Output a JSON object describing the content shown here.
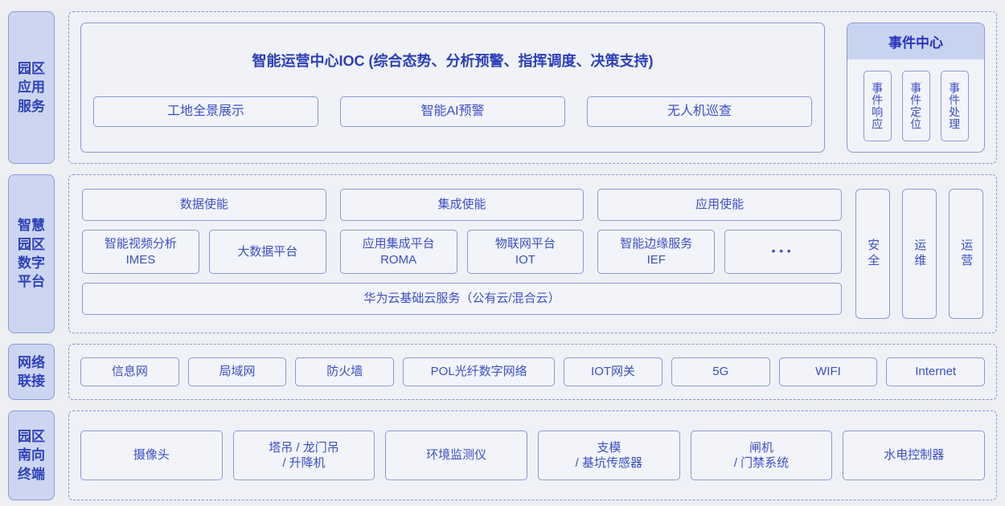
{
  "colors": {
    "page_bg": "#edeff2",
    "section_bg": "#f0f1f6",
    "dashed_border": "#8292d6",
    "box_bg": "#f3f4fa",
    "box_border": "#8a99d4",
    "box_text": "#3b50c5",
    "title_text": "#2c3fba",
    "label_bg": "#ccd6f1",
    "event_header_bg": "#c8d3f0"
  },
  "layers": {
    "app": {
      "label": "园区\n应用\n服务",
      "ioc": {
        "title": "智能运营中心IOC (综合态势、分析预警、指挥调度、决策支持)",
        "items": [
          "工地全景展示",
          "智能AI预警",
          "无人机巡查"
        ]
      },
      "event_center": {
        "title": "事件中心",
        "items": [
          "事件响应",
          "事件定位",
          "事件处理"
        ]
      }
    },
    "platform": {
      "label": "智慧\n园区\n数字\n平台",
      "columns": [
        {
          "header": "数据使能",
          "items": [
            "智能视频分析\nIMES",
            "大数据平台"
          ]
        },
        {
          "header": "集成使能",
          "items": [
            "应用集成平台\nROMA",
            "物联网平台\nIOT"
          ]
        },
        {
          "header": "应用使能",
          "items": [
            "智能边缘服务\nIEF",
            "•••"
          ]
        }
      ],
      "cloud": "华为云基础云服务（公有云/混合云）",
      "side": [
        "安全",
        "运维",
        "运营"
      ]
    },
    "network": {
      "label": "网络\n联接",
      "items": [
        "信息网",
        "局域网",
        "防火墙",
        "POL光纤数字网络",
        "IOT网关",
        "5G",
        "WIFI",
        "Internet"
      ]
    },
    "terminal": {
      "label": "园区\n南向\n终端",
      "items": [
        "摄像头",
        "塔吊 / 龙门吊\n/ 升降机",
        "环境监测仪",
        "支模\n/ 基坑传感器",
        "闸机\n/ 门禁系统",
        "水电控制器"
      ]
    }
  }
}
